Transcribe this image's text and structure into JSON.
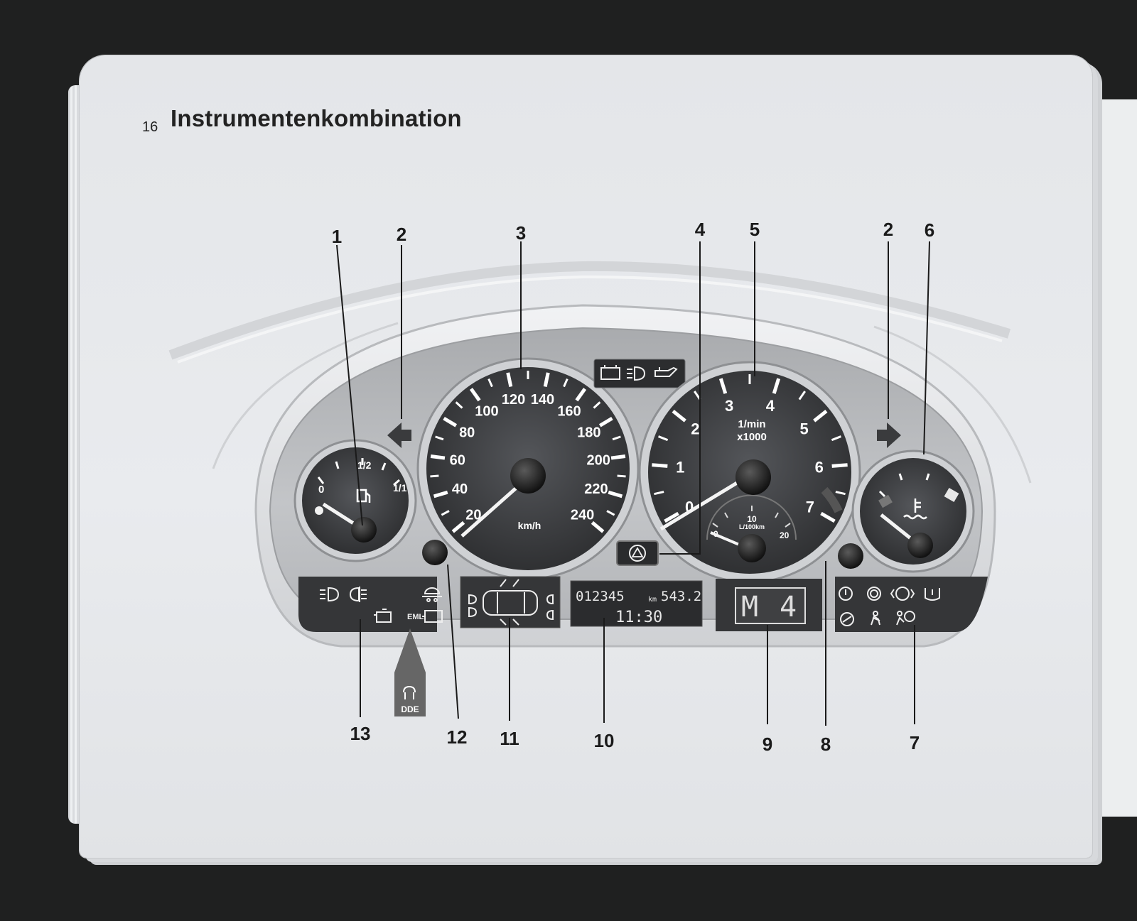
{
  "page": {
    "number": "16",
    "title": "Instrumentenkombination"
  },
  "callouts": {
    "fuel_gauge": "1",
    "turn_signal_left": "2",
    "speedometer": "3",
    "check_control_button": "4",
    "tachometer": "5",
    "turn_signal_right": "2",
    "temperature_gauge": "6",
    "warning_lamps_right": "7",
    "reset_button_right": "8",
    "gear_display": "9",
    "lcd_display": "10",
    "check_control_display": "11",
    "reset_button_left": "12",
    "indicator_lamps_left": "13"
  },
  "speedometer": {
    "labels": [
      "20",
      "40",
      "60",
      "80",
      "100",
      "120",
      "140",
      "160",
      "180",
      "200",
      "220",
      "240"
    ],
    "unit": "km/h"
  },
  "tachometer": {
    "labels": [
      "0",
      "1",
      "2",
      "3",
      "4",
      "5",
      "6",
      "7"
    ],
    "unit_line1": "1/min",
    "unit_line2": "x1000",
    "economy_labels": [
      "0",
      "10",
      "20"
    ],
    "economy_unit": "L/100km"
  },
  "fuel_gauge": {
    "labels": [
      "0",
      "1/2",
      "1/1"
    ]
  },
  "lcd": {
    "odometer": "012345",
    "trip_unit": "km",
    "trip": "543.2",
    "clock": "11:30"
  },
  "gear_display": {
    "mode": "M",
    "gear": "4"
  },
  "lamp_labels": {
    "eml": "EML",
    "dde": "DDE"
  },
  "icons": {
    "top_warning": [
      "battery-icon",
      "headlight-icon",
      "oil-can-icon"
    ],
    "left_panel": [
      "front-fog-light-icon",
      "rear-fog-light-icon",
      "cruise-icon",
      "engine-icon",
      "eml-icon",
      "glow-plug-icon"
    ],
    "right_panel": [
      "brake-icon",
      "abs-icon",
      "brake-pad-icon",
      "tire-pressure-icon",
      "dsc-icon",
      "seatbelt-icon",
      "airbag-icon"
    ]
  },
  "colors": {
    "dial_face": "#3a3b3d",
    "bezel": "#c7c9cc",
    "page": "#e7e9ec"
  }
}
